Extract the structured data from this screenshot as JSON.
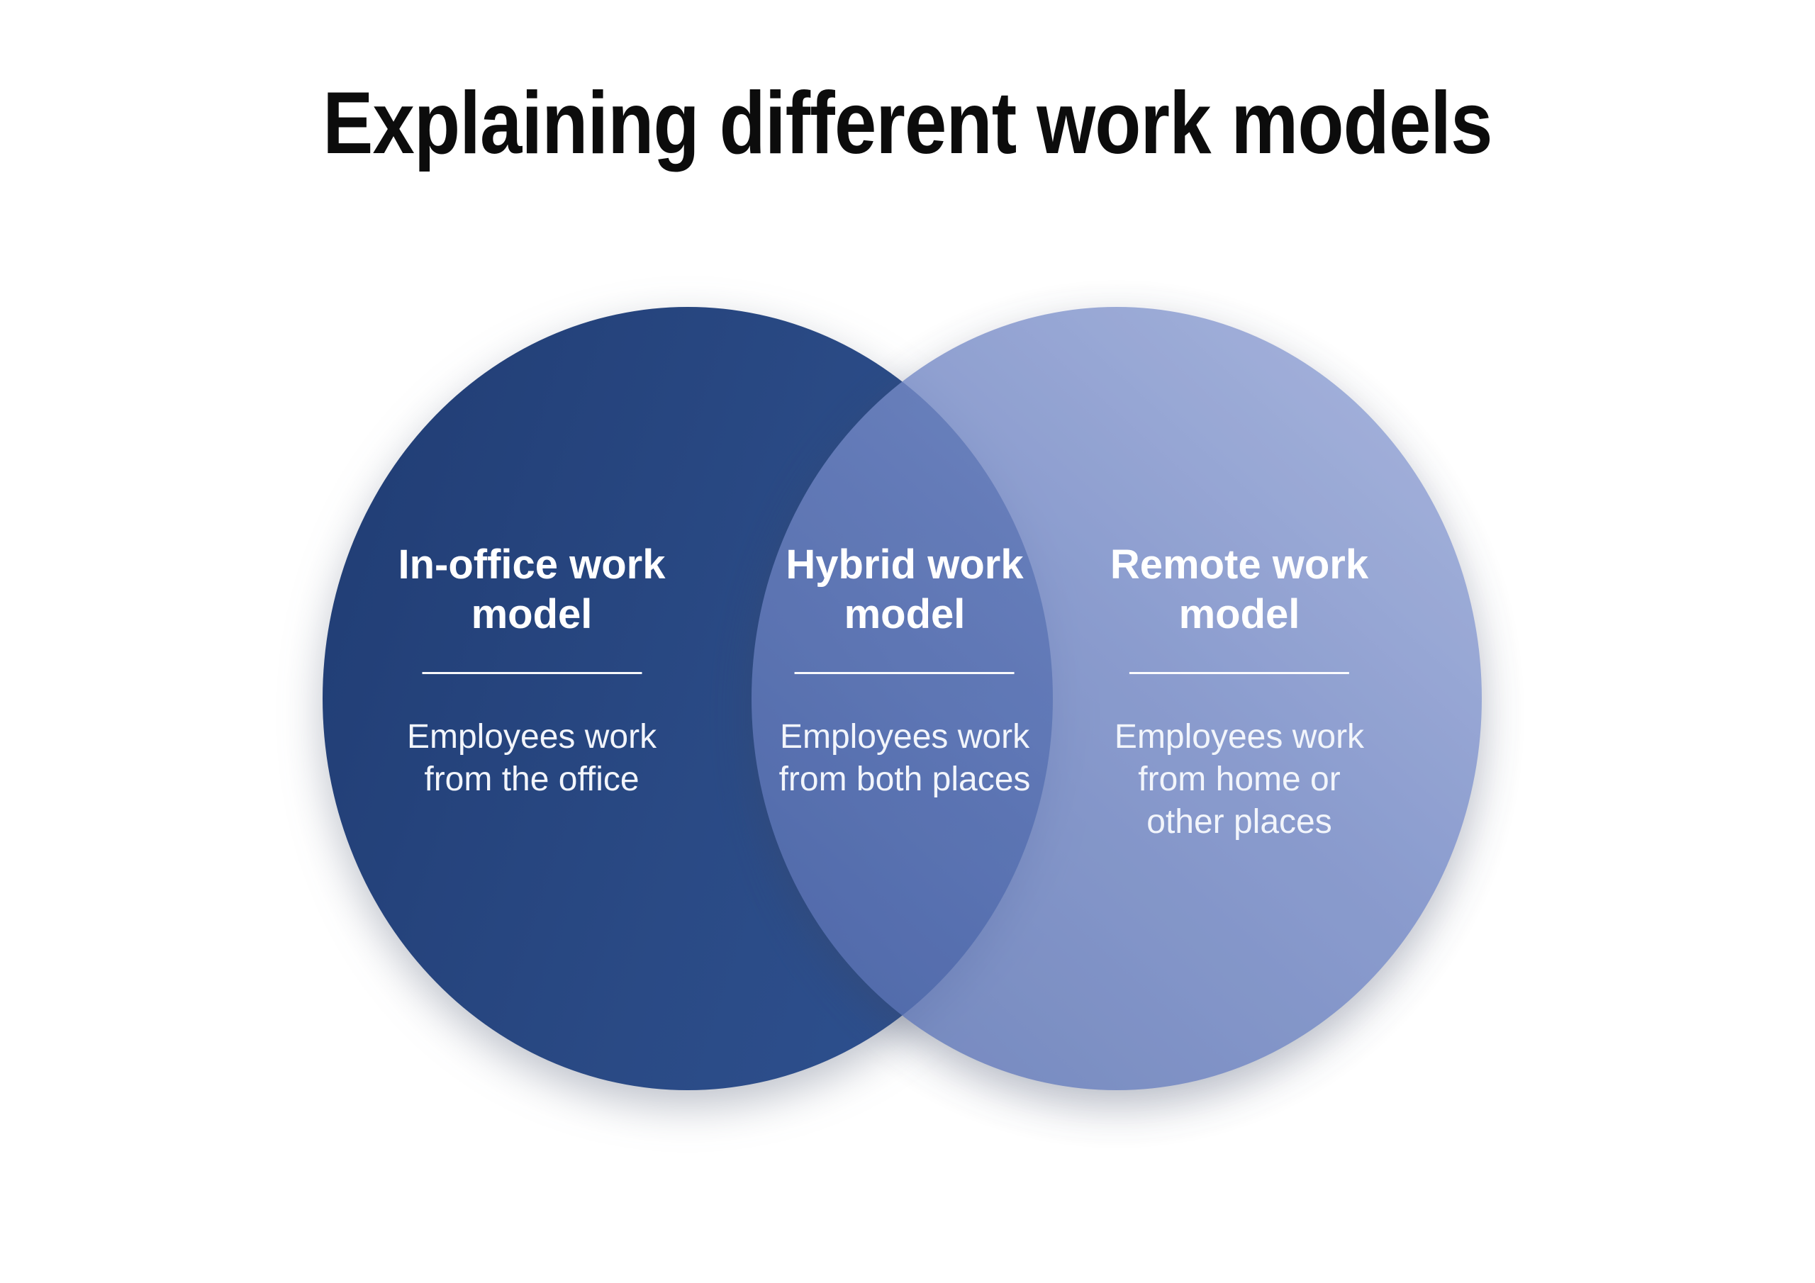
{
  "title": "Explaining different work models",
  "venn": {
    "left_circle": {
      "heading_lines": [
        "In-office work",
        "model"
      ],
      "body_lines": [
        "Employees work",
        "from the office"
      ]
    },
    "overlap": {
      "heading_lines": [
        "Hybrid work",
        "model"
      ],
      "body_lines": [
        "Employees work",
        "from both places"
      ]
    },
    "right_circle": {
      "heading_lines": [
        "Remote work",
        "model"
      ],
      "body_lines": [
        "Employees work",
        "from home or",
        "other places"
      ]
    }
  },
  "colors": {
    "background": "#FFFFFF",
    "title_text": "#0C0C0C",
    "left_circle_gradient_dark": "#203C73",
    "left_circle_gradient_light": "#2F5292",
    "right_circle_gradient_dark": "#5971B2",
    "right_circle_gradient_light": "#8FA0D3",
    "overlap_observed": "#4F6CA8",
    "circle_text": "#FFFFFF"
  }
}
